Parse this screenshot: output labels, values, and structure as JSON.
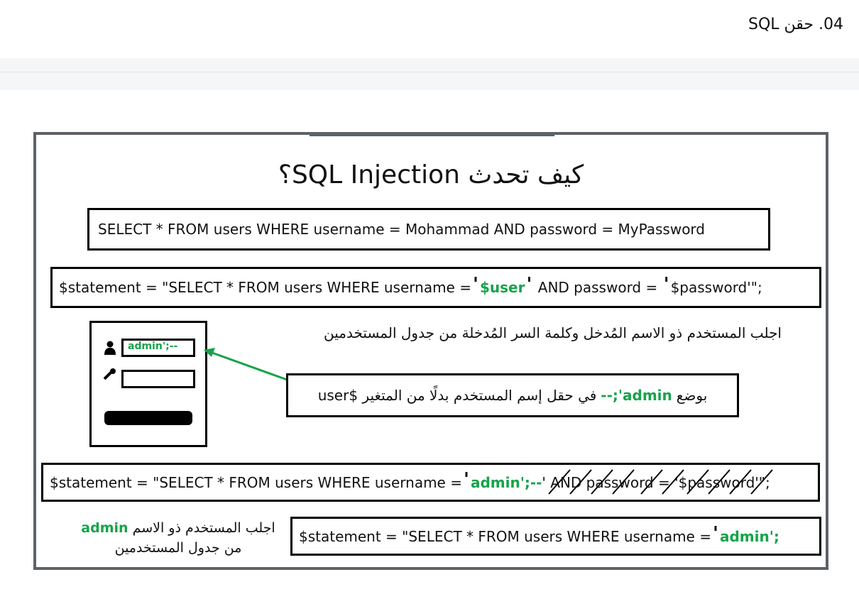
{
  "header": {
    "title": "04. حقن SQL"
  },
  "slide": {
    "title": "كيف تحدث SQL Injection؟",
    "query_plain": "SELECT * FROM users WHERE username =  Mohammad AND password = MyPassword",
    "statement_template": {
      "prefix": "$statement = \"SELECT * FROM users WHERE username = ",
      "open_quote": "'",
      "user_var": "$user",
      "close_quote": "'",
      "middle": " AND password = ",
      "pass_open_quote": "'",
      "pass_var": "$password",
      "suffix": "'\";"
    },
    "description": "اجلب المستخدم ذو الاسم المُدخل وكلمة السر المُدخلة من جدول المستخدمين",
    "form": {
      "username_value": "admin';--",
      "user_icon": "user-icon",
      "key_icon": "key-icon"
    },
    "injection_note": {
      "before": "بوضع ",
      "payload": "--;'admin",
      "after": " في حقل إسم المستخدم بدلًا من المتغير $user"
    },
    "statement_injected": {
      "prefix": "$statement = \"SELECT * FROM users WHERE username = ",
      "open_quote": "'",
      "payload": "admin';--",
      "struck": "' AND password = '$password'\";"
    },
    "result_note": {
      "line1_before": "اجلب المستخدم ذو الاسم ",
      "line1_name": "admin",
      "line2": "من جدول المستخدمين"
    },
    "statement_result": {
      "prefix": "$statement = \"SELECT * FROM users WHERE username = ",
      "open_quote": "'",
      "payload": "admin';"
    }
  },
  "colors": {
    "accent": "#16a34a",
    "frame": "#5d6268",
    "band": "#f4f6f8"
  }
}
